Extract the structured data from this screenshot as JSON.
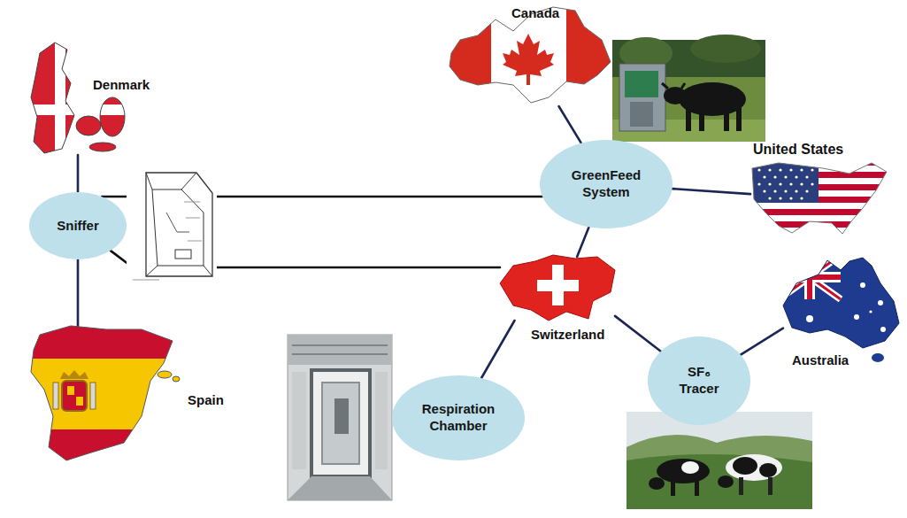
{
  "diagram": {
    "nodes": [
      {
        "text": [
          "Denmark"
        ]
      },
      {
        "text": [
          "Sniffer"
        ]
      },
      {
        "text": [
          "Spain"
        ]
      },
      {
        "text": [
          "Canada"
        ]
      },
      {
        "text": [
          "GreenFeed System"
        ]
      },
      {
        "text": [
          "United States"
        ]
      },
      {
        "text": [
          "Switzerland"
        ]
      },
      {
        "text": [
          "Respiration Chamber"
        ]
      },
      {
        "text": [
          "SF₆ Tracer"
        ]
      },
      {
        "text": [
          "Australia"
        ]
      }
    ],
    "edges": [
      {
        "from": 0,
        "to": 1,
        "arrow": "none"
      },
      {
        "from": 1,
        "to": 2,
        "arrow": "none"
      },
      {
        "from": 3,
        "to": 4,
        "arrow": "none"
      },
      {
        "from": 4,
        "to": 5,
        "arrow": "none"
      },
      {
        "from": 4,
        "to": 6,
        "arrow": "none"
      },
      {
        "from": 1,
        "to": 4,
        "arrow": "none"
      },
      {
        "from": 1,
        "to": 6,
        "arrow": "none"
      },
      {
        "from": 6,
        "to": 7,
        "arrow": "none"
      },
      {
        "from": 6,
        "to": 8,
        "arrow": "none"
      },
      {
        "from": 8,
        "to": 9,
        "arrow": "none"
      }
    ]
  }
}
